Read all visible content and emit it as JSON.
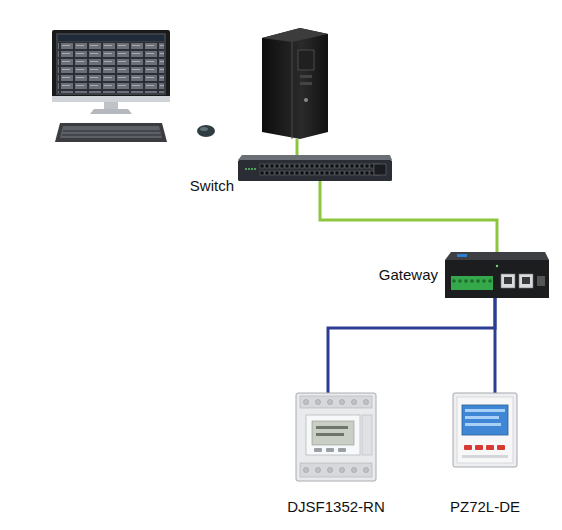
{
  "diagram": {
    "nodes": [
      {
        "text": [
          "Switch"
        ]
      },
      {
        "text": [
          "Gateway"
        ]
      },
      {
        "text": [
          "DJSF1352-RN"
        ]
      },
      {
        "text": [
          "PZ72L-DE"
        ]
      }
    ],
    "edges": [
      {
        "from": 0,
        "to": 1,
        "arrow": "none"
      },
      {
        "from": 1,
        "to": 2,
        "arrow": "none"
      },
      {
        "from": 1,
        "to": 3,
        "arrow": "none"
      }
    ]
  }
}
